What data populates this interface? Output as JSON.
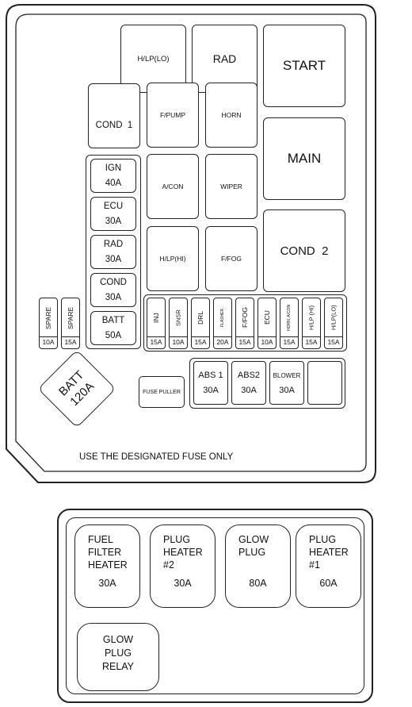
{
  "main_panel": {
    "relays_top": {
      "hlp_lo": "H/LP(LO)",
      "rad": "RAD",
      "start": "START"
    },
    "relays_mid": {
      "cond1": "COND  1",
      "fpump": "F/PUMP",
      "horn": "HORN",
      "main": "MAIN",
      "acon": "A/CON",
      "wiper": "WIPER",
      "hlp_hi": "H/LP(HI)",
      "ffog": "F/FOG",
      "cond2": "COND  2"
    },
    "fusible_links": [
      {
        "name": "IGN",
        "rating": "40A"
      },
      {
        "name": "ECU",
        "rating": "30A"
      },
      {
        "name": "RAD",
        "rating": "30A"
      },
      {
        "name": "COND",
        "rating": "30A"
      },
      {
        "name": "BATT",
        "rating": "50A"
      }
    ],
    "spare_fuses": [
      {
        "name": "SPARE",
        "rating": "10A"
      },
      {
        "name": "SPARE",
        "rating": "15A"
      }
    ],
    "mini_fuses": [
      {
        "name": "INJ",
        "rating": "15A"
      },
      {
        "name": "SNSR",
        "rating": "10A"
      },
      {
        "name": "DRL",
        "rating": "15A"
      },
      {
        "name": "FLASHER",
        "rating": "20A"
      },
      {
        "name": "F/FOG",
        "rating": "15A"
      },
      {
        "name": "ECU",
        "rating": "10A"
      },
      {
        "name": "HORN, A/CON",
        "rating": "15A"
      },
      {
        "name": "H/LP (HI)",
        "rating": "15A"
      },
      {
        "name": "H/LP(LO)",
        "rating": "15A"
      }
    ],
    "batt_main": {
      "name": "BATT",
      "rating": "120A"
    },
    "fuse_puller": "FUSE PULLER",
    "cartridge_fuses": [
      {
        "name": "ABS 1",
        "rating": "30A"
      },
      {
        "name": "ABS2",
        "rating": "30A"
      },
      {
        "name": "BLOWER",
        "rating": "30A"
      }
    ],
    "note": "USE THE DESIGNATED FUSE ONLY"
  },
  "aux_panel": {
    "relays": [
      {
        "name": "FUEL\nFILTER\nHEATER",
        "rating": "30A"
      },
      {
        "name": "PLUG\nHEATER\n#2",
        "rating": "30A"
      },
      {
        "name": "GLOW\nPLUG",
        "rating": "80A"
      },
      {
        "name": "PLUG\nHEATER\n#1",
        "rating": "60A"
      }
    ],
    "glow_relay": "GLOW\nPLUG\nRELAY"
  }
}
